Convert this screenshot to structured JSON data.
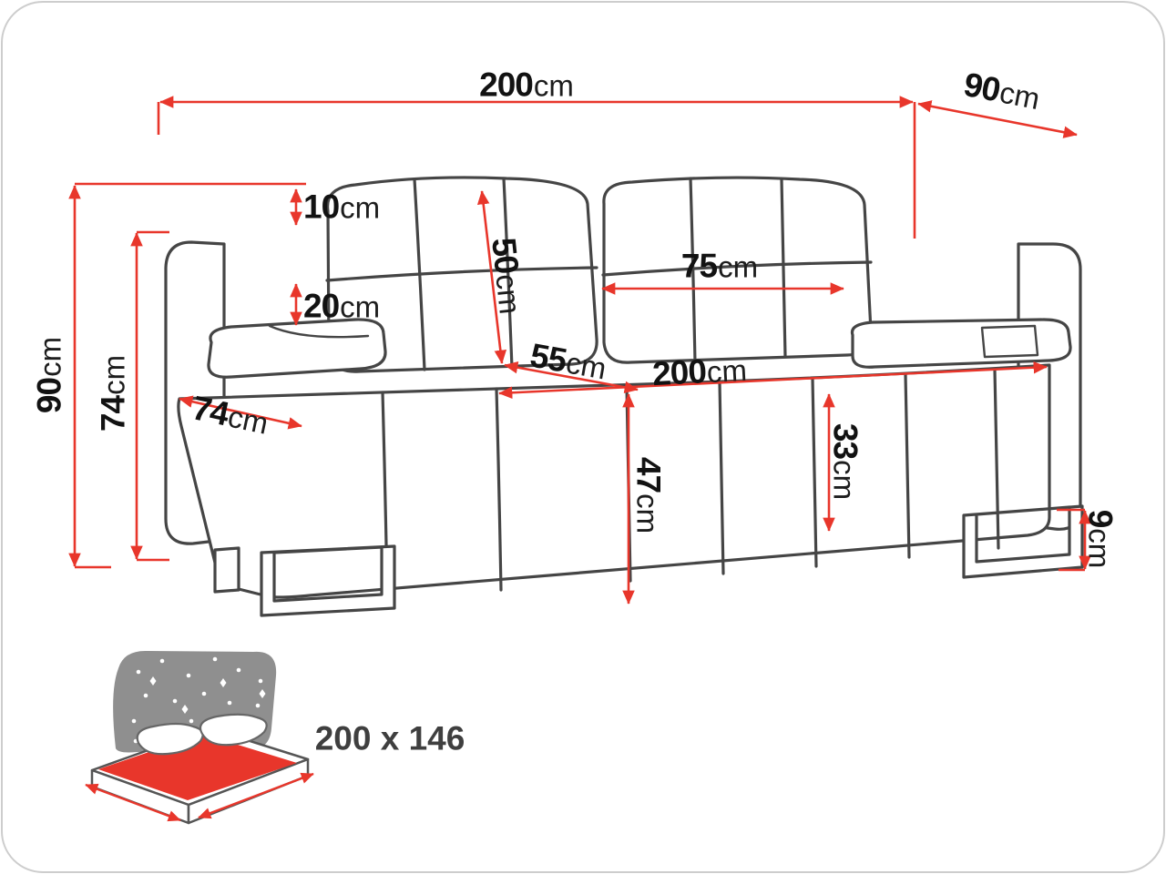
{
  "colors": {
    "accent_red": "#e8362b",
    "outline_gray": "#454545",
    "headboard_gray": "#8f8f8f",
    "text_black": "#121212"
  },
  "dimensions": {
    "overall_width": {
      "value": "200",
      "unit": "cm"
    },
    "overall_depth": {
      "value": "90",
      "unit": "cm"
    },
    "overall_height": {
      "value": "90",
      "unit": "cm"
    },
    "arm_height": {
      "value": "74",
      "unit": "cm"
    },
    "back_top_thickness": {
      "value": "10",
      "unit": "cm"
    },
    "back_pad_thickness": {
      "value": "20",
      "unit": "cm"
    },
    "backrest_height": {
      "value": "50",
      "unit": "cm"
    },
    "back_cushion_width": {
      "value": "75",
      "unit": "cm"
    },
    "seat_front_depth": {
      "value": "55",
      "unit": "cm"
    },
    "seat_width": {
      "value": "200",
      "unit": "cm"
    },
    "seat_side_depth": {
      "value": "74",
      "unit": "cm"
    },
    "seat_cushion_height": {
      "value": "33",
      "unit": "cm"
    },
    "seat_height": {
      "value": "47",
      "unit": "cm"
    },
    "leg_height": {
      "value": "9",
      "unit": "cm"
    }
  },
  "sleeping_area": {
    "label": "200 x 146"
  }
}
